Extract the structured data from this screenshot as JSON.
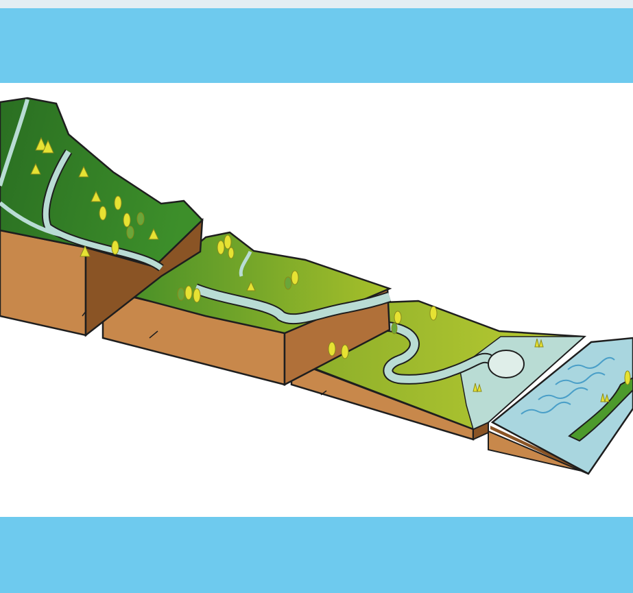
{
  "colors": {
    "band": "#6ECAEE",
    "top_strip": "#E3EEF3",
    "background": "#FFFFFF",
    "forest_dark": "#2F7A26",
    "forest_mid": "#4C9A2C",
    "grass": "#9AB828",
    "grass_light": "#B9CB2E",
    "soil": "#C8884B",
    "soil_dark": "#6B3E1A",
    "water": "#B9DCD4",
    "sea": "#A9D6DF",
    "tree": "#E6E233",
    "outline": "#1E1E1E"
  },
  "illustration": {
    "blocks": [
      "upland-block",
      "valley-block",
      "meander-block",
      "estuary-block"
    ],
    "icon": "river-profile-illustration"
  }
}
